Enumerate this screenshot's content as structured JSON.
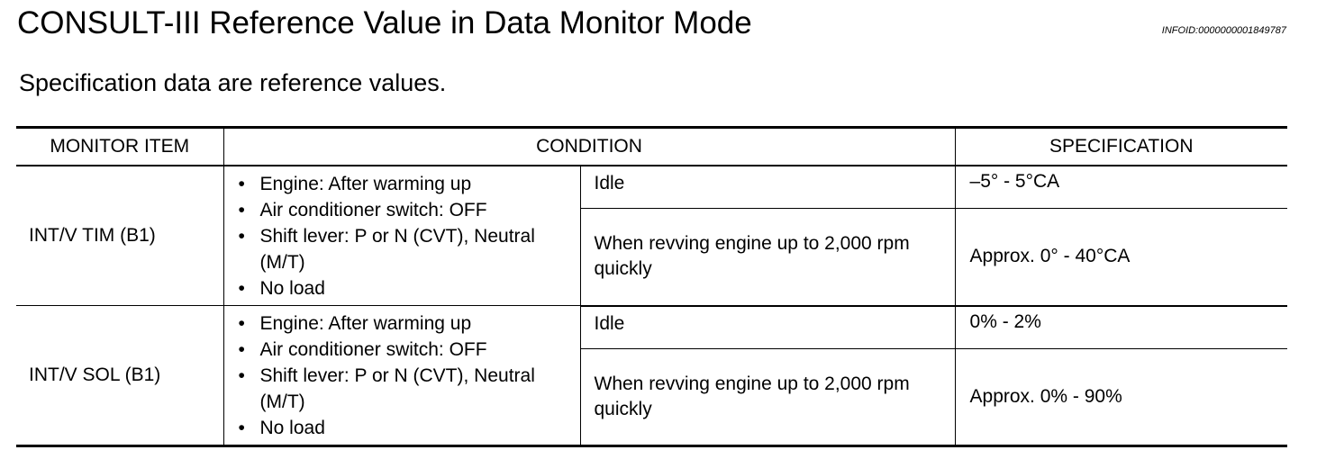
{
  "header": {
    "title": "CONSULT-III Reference Value in Data Monitor Mode",
    "info_id": "INFOID:0000000001849787",
    "subtitle": "Specification data are reference values."
  },
  "table": {
    "headers": [
      "MONITOR ITEM",
      "CONDITION",
      "SPECIFICATION"
    ],
    "rows": [
      {
        "item": "INT/V TIM (B1)",
        "conditions": [
          "Engine: After warming up",
          "Air conditioner switch: OFF",
          "Shift lever: P or N (CVT), Neutral (M/T)",
          "No load"
        ],
        "cases": [
          {
            "condition": "Idle",
            "specification": "–5° - 5°CA"
          },
          {
            "condition": "When revving engine up to 2,000 rpm quickly",
            "specification": "Approx. 0° - 40°CA"
          }
        ]
      },
      {
        "item": "INT/V SOL (B1)",
        "conditions": [
          "Engine: After warming up",
          "Air conditioner switch: OFF",
          "Shift lever: P or N (CVT), Neutral (M/T)",
          "No load"
        ],
        "cases": [
          {
            "condition": "Idle",
            "specification": "0% - 2%"
          },
          {
            "condition": "When revving engine up to 2,000 rpm quickly",
            "specification": "Approx. 0% - 90%"
          }
        ]
      }
    ]
  }
}
